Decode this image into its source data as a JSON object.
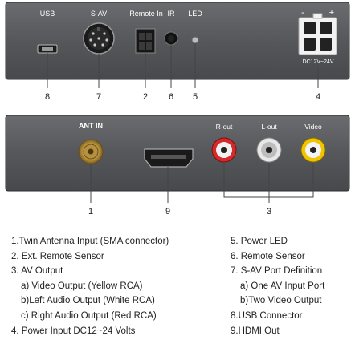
{
  "panel_top": {
    "labels": {
      "usb": "USB",
      "sav": "S-AV",
      "remote_in": "Remote In",
      "ir": "IR",
      "led": "LED",
      "minus": "-",
      "plus": "+",
      "power_rating": "DC12V~24V"
    },
    "callouts": [
      "8",
      "7",
      "2",
      "6",
      "5",
      "4"
    ]
  },
  "panel_bottom": {
    "labels": {
      "ant_in": "ANT IN",
      "r_out": "R-out",
      "l_out": "L-out",
      "video": "Video"
    },
    "callouts": [
      "1",
      "9",
      "3"
    ]
  },
  "legend": {
    "left": [
      "1.Twin Antenna Input (SMA connector)",
      "2. Ext. Remote Sensor",
      "3. AV Output",
      "a) Video Output (Yellow RCA)",
      "b)Left Audio Output (White RCA)",
      "c) Right Audio Output (Red RCA)",
      "4. Power Input DC12~24 Volts"
    ],
    "right": [
      "5. Power LED",
      "6. Remote Sensor",
      "7. S-AV Port Definition",
      "a) One AV Input Port",
      "b)Two Video Output",
      "8.USB Connector",
      "9.HDMI Out"
    ]
  },
  "colors": {
    "panel": "#55575a",
    "panel_dark": "#3f4144",
    "rca_red": "#d42a2a",
    "rca_white": "#e8e8e8",
    "rca_yellow": "#f0c400",
    "sma_gold": "#c8a24a",
    "line": "#444444"
  }
}
